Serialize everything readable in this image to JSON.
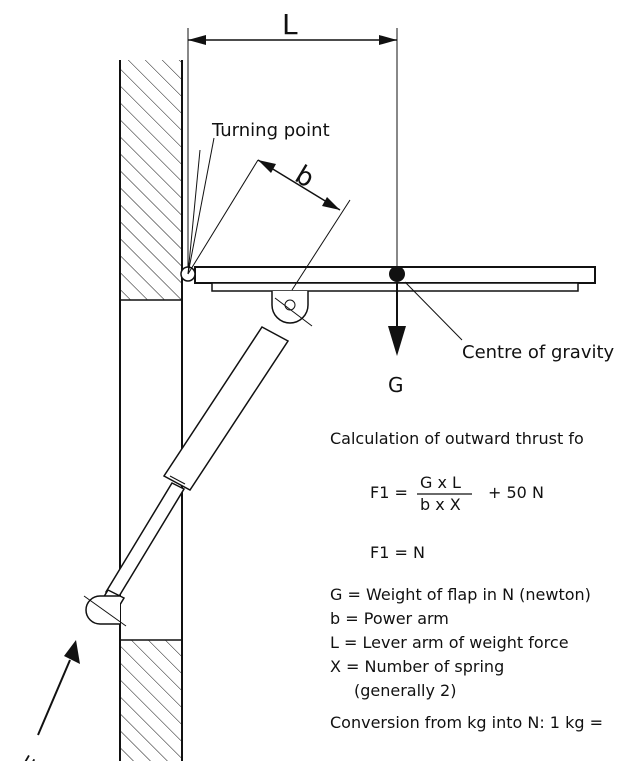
{
  "labels": {
    "lever_arm_symbol": "L",
    "power_arm_symbol": "b",
    "turning_point": "Turning point",
    "centre_of_gravity": "Centre of gravity",
    "weight_symbol": "G",
    "force_symbol": "F"
  },
  "calculation": {
    "heading": "Calculation of outward thrust fo",
    "formula_lhs": "F1 =",
    "formula_numerator": "G x L",
    "formula_denominator": "b x X",
    "formula_addend": "+ 50 N",
    "result_line": "F1 = N"
  },
  "legend": [
    "G = Weight of flap in N (newton)",
    "b = Power arm",
    "L = Lever arm of weight force",
    "X = Number of spring",
    "(generally 2)",
    "Conversion from kg into N: 1 kg ="
  ],
  "colors": {
    "line": "#111111",
    "background": "#ffffff"
  }
}
